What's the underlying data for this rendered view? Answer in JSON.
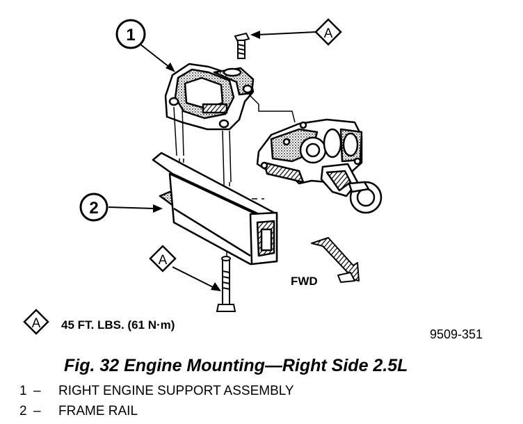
{
  "callouts": [
    {
      "id": "1",
      "text": "1"
    },
    {
      "id": "2",
      "text": "2"
    }
  ],
  "torque_marker": "A",
  "torque_spec": "45 FT. LBS. (61 N·m)",
  "direction_label": "FWD",
  "figure_code": "9509-351",
  "caption": "Fig. 32 Engine Mounting—Right Side 2.5L",
  "legend": [
    {
      "num": "1",
      "dash": "–",
      "text": "RIGHT ENGINE SUPPORT ASSEMBLY"
    },
    {
      "num": "2",
      "dash": "–",
      "text": "FRAME RAIL"
    }
  ]
}
